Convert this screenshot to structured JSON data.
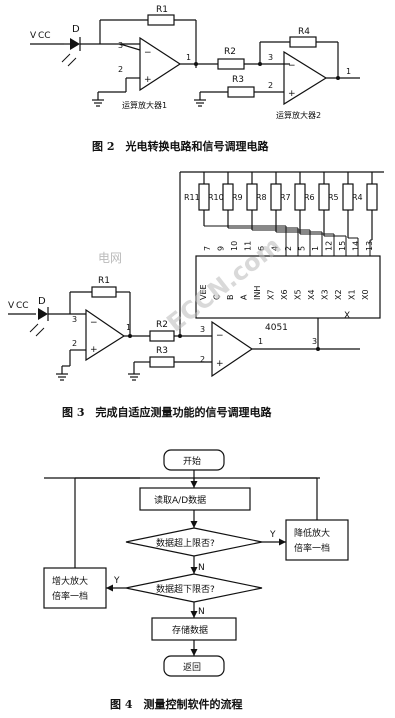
{
  "figure2": {
    "caption": "图 2　光电转换电路和信号调理电路",
    "vcc": "V CC",
    "diode": "D",
    "r1": "R1",
    "r2": "R2",
    "r3": "R3",
    "r4": "R4",
    "pin3a": "3",
    "pin2a": "2",
    "pin1a": "1",
    "pin3b": "3",
    "pin2b": "2",
    "pin1b": "1",
    "amp1": "运算放大器1",
    "amp2": "运算放大器2"
  },
  "figure3": {
    "caption": "图 3　完成自适应测量功能的信号调理电路",
    "vcc": "V CC",
    "diode": "D",
    "r1": "R1",
    "r2": "R2",
    "r3": "R3",
    "ladder": [
      "R11",
      "R10",
      "R9",
      "R8",
      "R7",
      "R6",
      "R5",
      "R4"
    ],
    "pin_numbers_top": [
      "7",
      "9",
      "10",
      "11",
      "6",
      "4",
      "2",
      "5",
      "1",
      "12",
      "15",
      "14",
      "13"
    ],
    "mux_pins": [
      "VEE",
      "C",
      "B",
      "A",
      "INH",
      "X7",
      "X6",
      "X5",
      "X4",
      "X3",
      "X2",
      "X1",
      "X0"
    ],
    "mux_name": "4051",
    "mux_x": "X",
    "mux_pin3": "3",
    "pin3a": "3",
    "pin2a": "2",
    "pin1a": "1",
    "pin3b": "3",
    "pin2b": "2",
    "pin1b": "1",
    "watermark": "ECCN.com",
    "watermark_small": "电网"
  },
  "figure4": {
    "caption": "图 4　测量控制软件的流程",
    "start": "开始",
    "read": "读取A/D数据",
    "check_upper": "数据超上限否?",
    "check_lower": "数据超下限否?",
    "reduce_gain": [
      "降低放大",
      "倍率一档"
    ],
    "increase_gain": [
      "增大放大",
      "倍率一档"
    ],
    "store": "存储数据",
    "return": "返回",
    "yes": "Y",
    "no": "N"
  }
}
